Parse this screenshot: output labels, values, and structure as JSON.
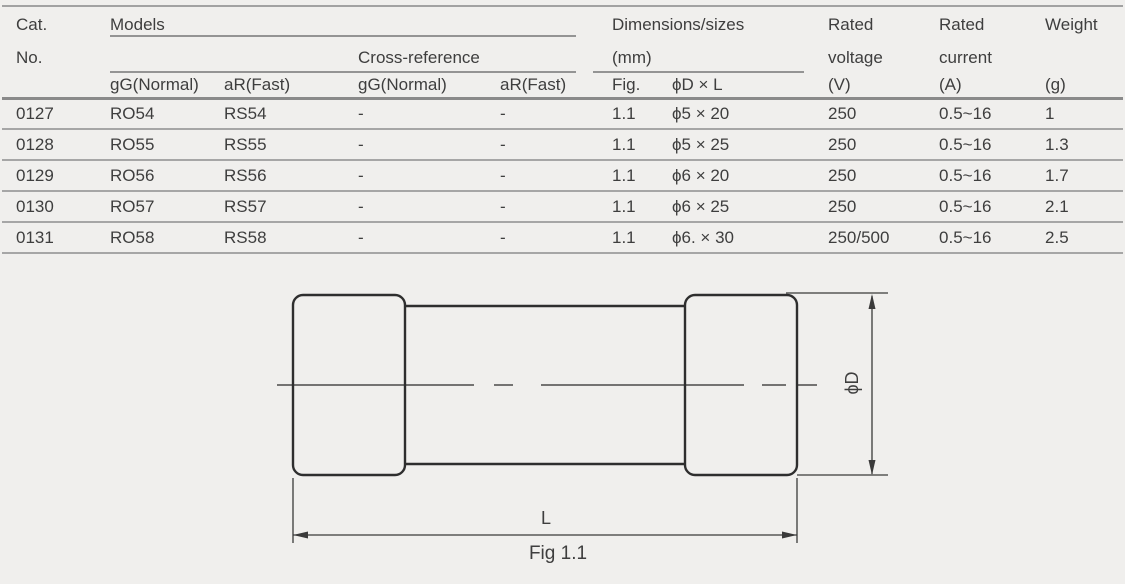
{
  "colors": {
    "background": "#f0efed",
    "text": "#3e3e3e",
    "table_line": "#a2a2a2",
    "header_rule": "#8a8a8a"
  },
  "table": {
    "header": {
      "cat_line1": "Cat.",
      "cat_line2": "No.",
      "models": "Models",
      "cross_reference": "Cross-reference",
      "dimensions_line1": "Dimensions/sizes",
      "dimensions_line2": "(mm)",
      "sub_models_gg": "gG(Normal)",
      "sub_models_ar": "aR(Fast)",
      "sub_xref_gg": "gG(Normal)",
      "sub_xref_ar": "aR(Fast)",
      "sub_fig": "Fig.",
      "sub_dxl": "ϕD × L",
      "rated_voltage_line1": "Rated",
      "rated_voltage_line2": "voltage",
      "rated_voltage_line3": "(V)",
      "rated_current_line1": "Rated",
      "rated_current_line2": "current",
      "rated_current_line3": "(A)",
      "weight_line1": "Weight",
      "weight_line3": "(g)"
    },
    "rows": [
      {
        "cat": "0127",
        "model_gg": "RO54",
        "model_ar": "RS54",
        "xref_gg": "-",
        "xref_ar": "-",
        "fig": "1.1",
        "dxl": "ϕ5 × 20",
        "voltage": "250",
        "current": "0.5~16",
        "weight": "1"
      },
      {
        "cat": "0128",
        "model_gg": "RO55",
        "model_ar": "RS55",
        "xref_gg": "-",
        "xref_ar": "-",
        "fig": "1.1",
        "dxl": "ϕ5 × 25",
        "voltage": "250",
        "current": "0.5~16",
        "weight": "1.3"
      },
      {
        "cat": "0129",
        "model_gg": "RO56",
        "model_ar": "RS56",
        "xref_gg": "-",
        "xref_ar": "-",
        "fig": "1.1",
        "dxl": "ϕ6 × 20",
        "voltage": "250",
        "current": "0.5~16",
        "weight": "1.7"
      },
      {
        "cat": "0130",
        "model_gg": "RO57",
        "model_ar": "RS57",
        "xref_gg": "-",
        "xref_ar": "-",
        "fig": "1.1",
        "dxl": "ϕ6 × 25",
        "voltage": "250",
        "current": "0.5~16",
        "weight": "2.1"
      },
      {
        "cat": "0131",
        "model_gg": "RO58",
        "model_ar": "RS58",
        "xref_gg": "-",
        "xref_ar": "-",
        "fig": "1.1",
        "dxl": "ϕ6. × 30",
        "voltage": "250/500",
        "current": "0.5~16",
        "weight": "2.5"
      }
    ]
  },
  "figure": {
    "caption": "Fig 1.1",
    "diameter_label": "ϕD",
    "length_label": "L"
  }
}
